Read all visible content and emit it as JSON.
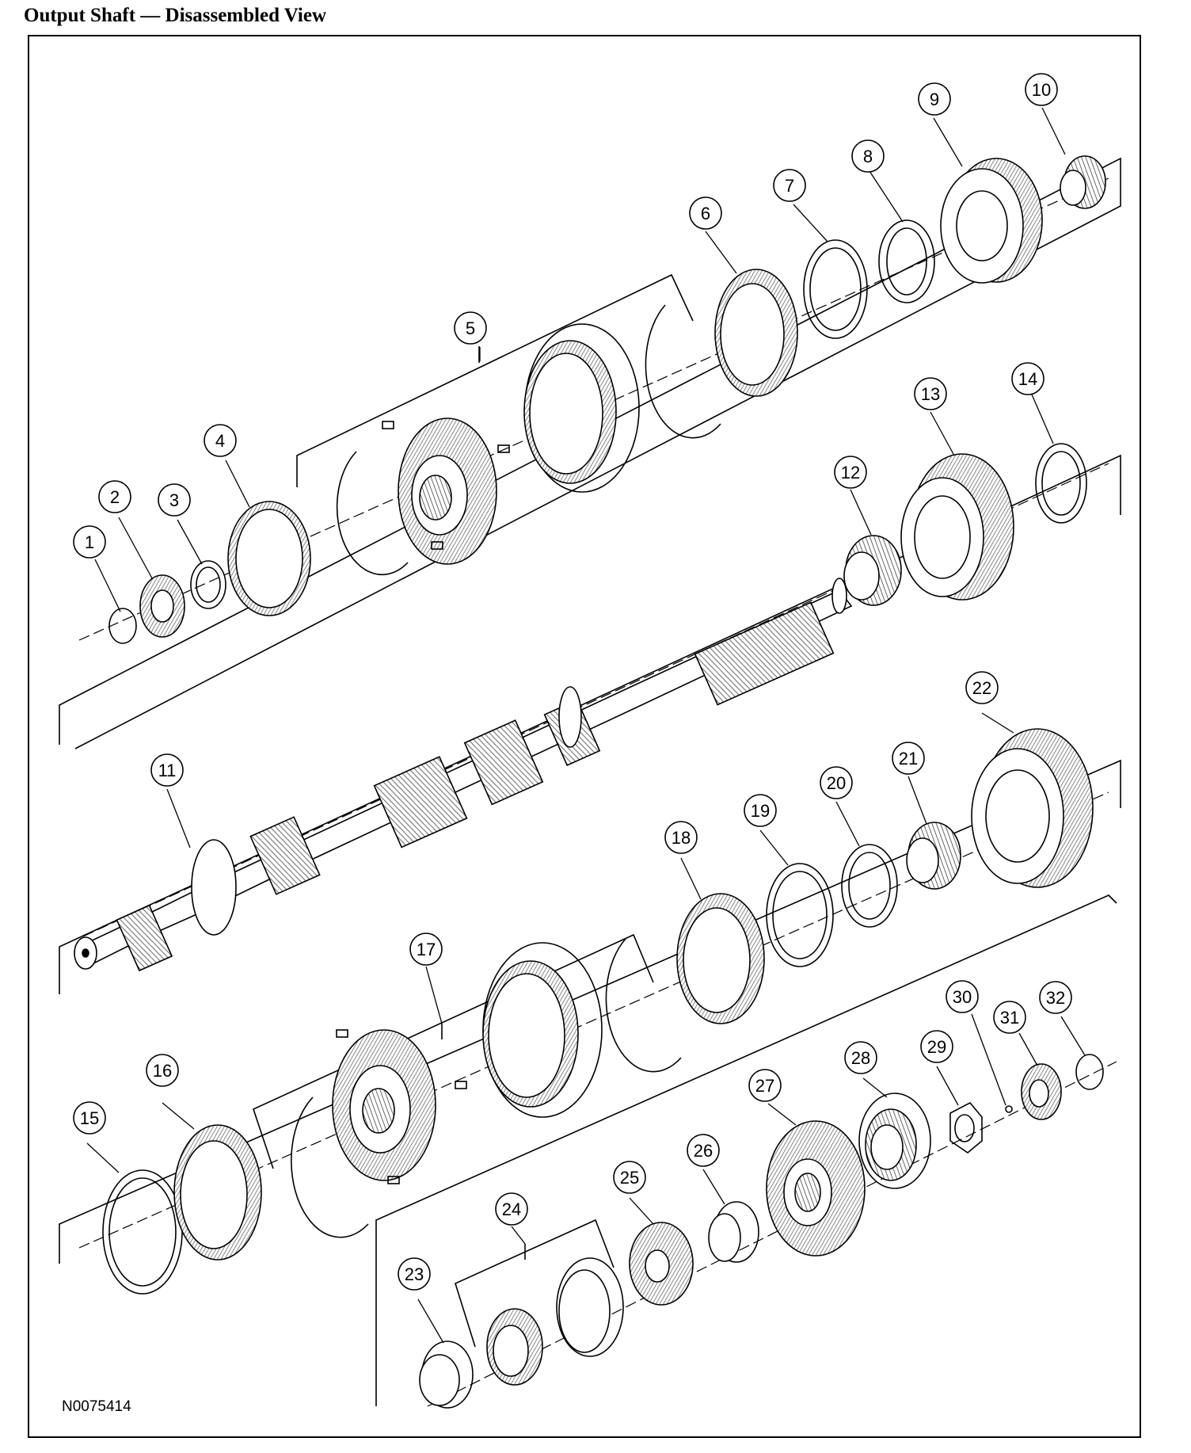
{
  "title": "Output Shaft — Disassembled View",
  "figure_id": "N0075414",
  "callouts": [
    "1",
    "2",
    "3",
    "4",
    "5",
    "6",
    "7",
    "8",
    "9",
    "10",
    "11",
    "12",
    "13",
    "14",
    "15",
    "16",
    "17",
    "18",
    "19",
    "20",
    "21",
    "22",
    "23",
    "24",
    "25",
    "26",
    "27",
    "28",
    "29",
    "30",
    "31",
    "32"
  ],
  "colors": {
    "line": "#000000",
    "background": "#ffffff",
    "shading": "#9a9a9a"
  }
}
